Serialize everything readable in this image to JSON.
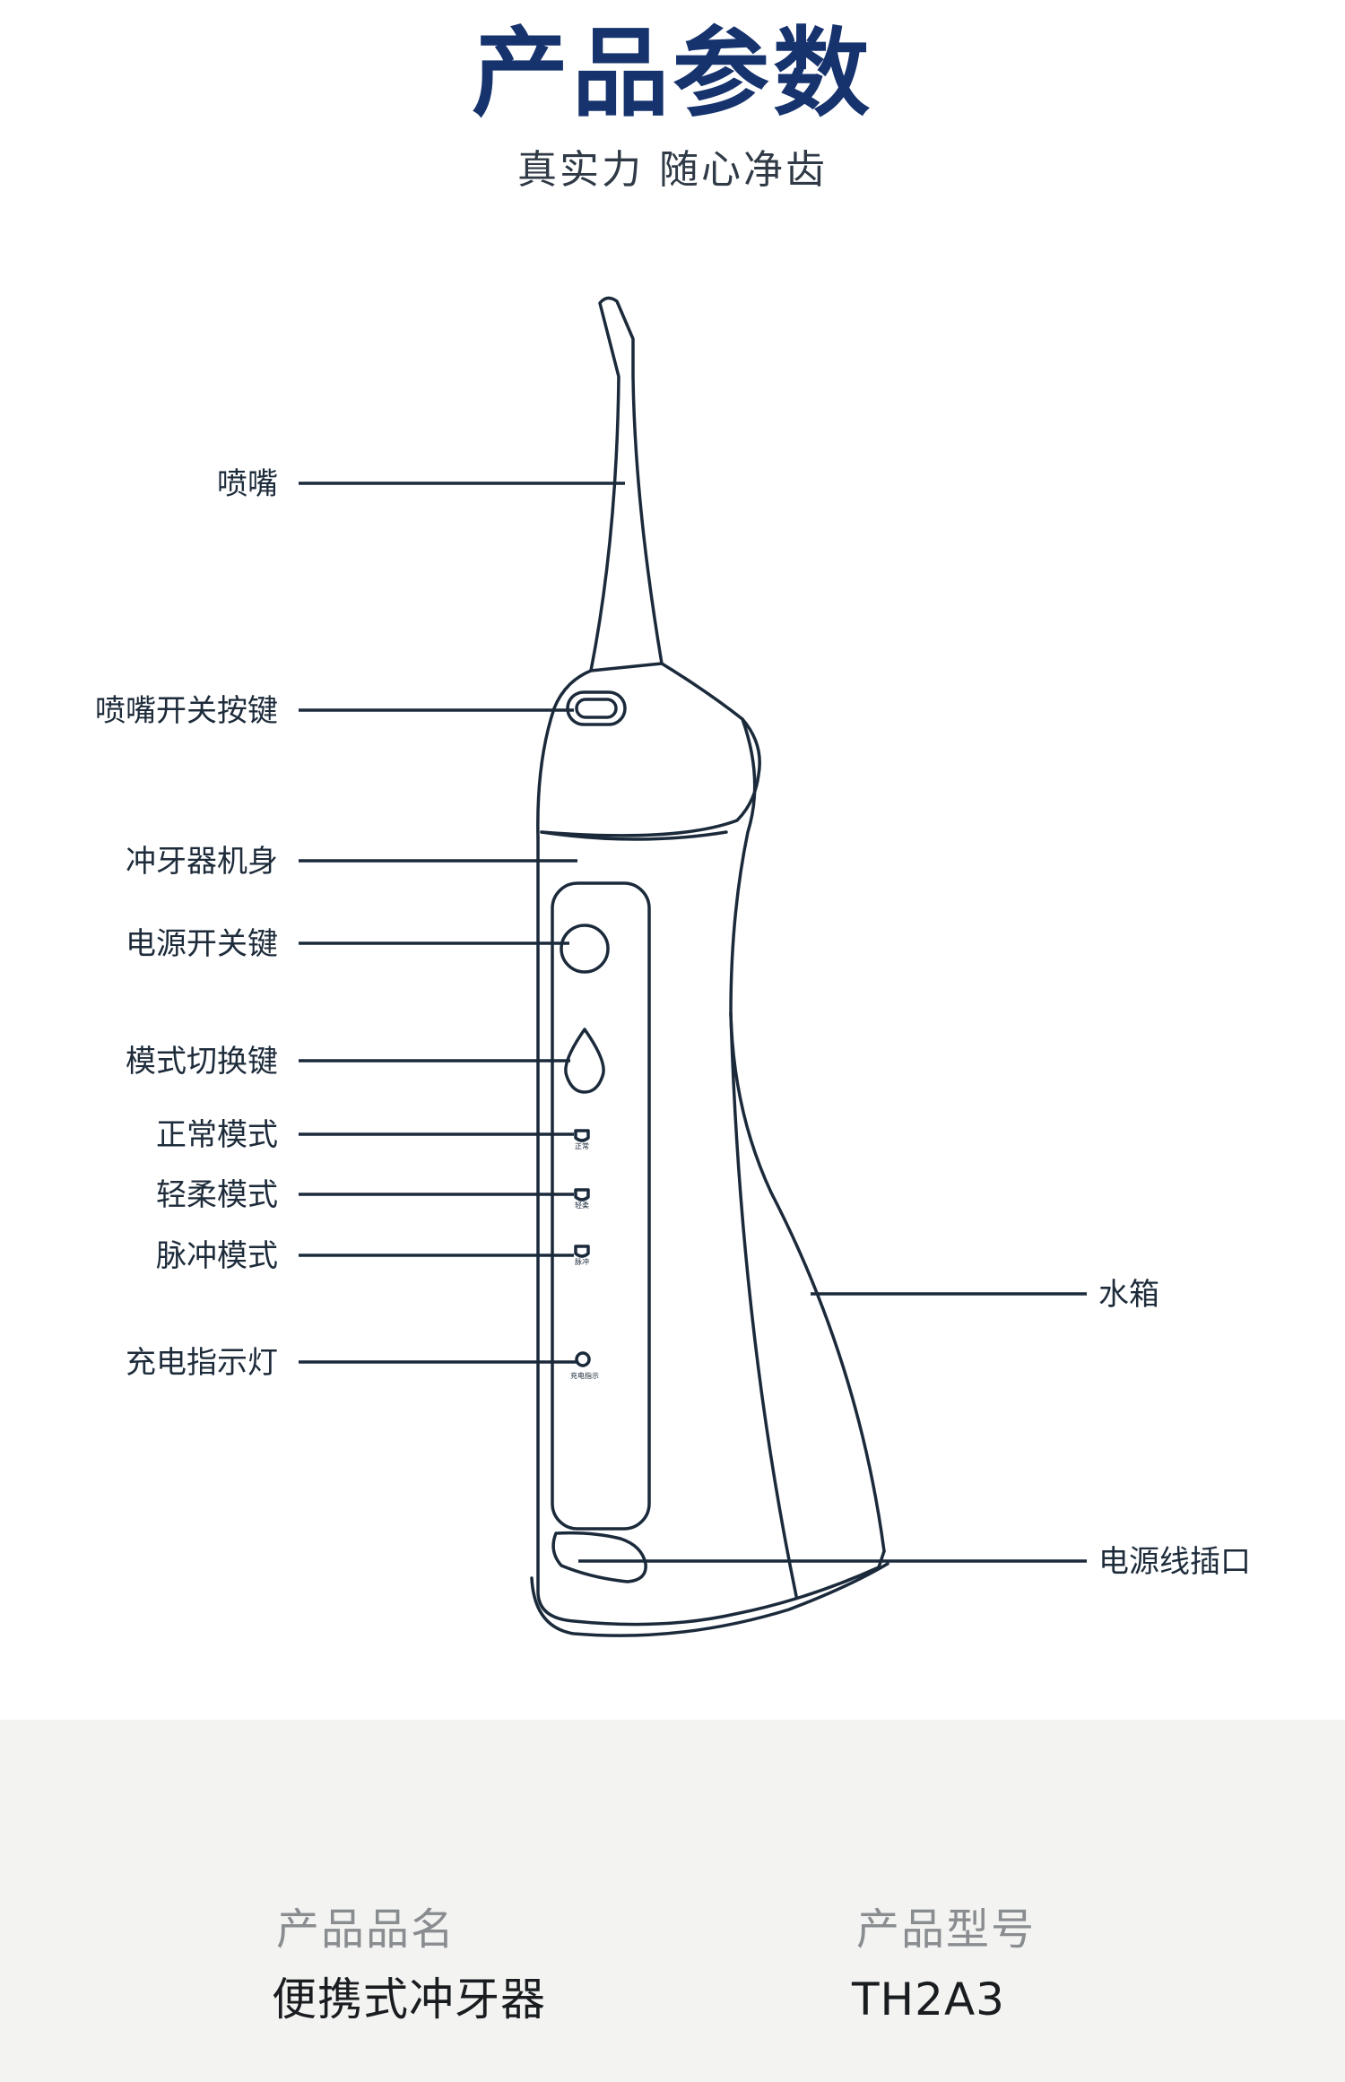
{
  "header": {
    "title": "产品参数",
    "subtitle": "真实力 随心净齿"
  },
  "diagram": {
    "line_color": "#1b2a3b",
    "callouts_left": [
      {
        "id": "nozzle",
        "label": "喷嘴"
      },
      {
        "id": "nozzle-release-button",
        "label": "喷嘴开关按键"
      },
      {
        "id": "body",
        "label": "冲牙器机身"
      },
      {
        "id": "power-button",
        "label": "电源开关键"
      },
      {
        "id": "mode-button",
        "label": "模式切换键"
      },
      {
        "id": "normal-mode",
        "label": "正常模式"
      },
      {
        "id": "soft-mode",
        "label": "轻柔模式"
      },
      {
        "id": "pulse-mode",
        "label": "脉冲模式"
      },
      {
        "id": "charge-indicator",
        "label": "充电指示灯"
      }
    ],
    "callouts_right": [
      {
        "id": "water-tank",
        "label": "水箱"
      },
      {
        "id": "power-port",
        "label": "电源线插口"
      }
    ],
    "device_icon_labels": [
      "正常",
      "轻柔",
      "脉冲",
      "充电指示"
    ]
  },
  "specs": [
    {
      "label": "产品品名",
      "value": "便携式冲牙器"
    },
    {
      "label": "产品型号",
      "value": "TH2A3"
    }
  ],
  "colors": {
    "title": "#16336e",
    "panel_bg": "#f3f3f2",
    "spec_label": "#8a8d90"
  }
}
